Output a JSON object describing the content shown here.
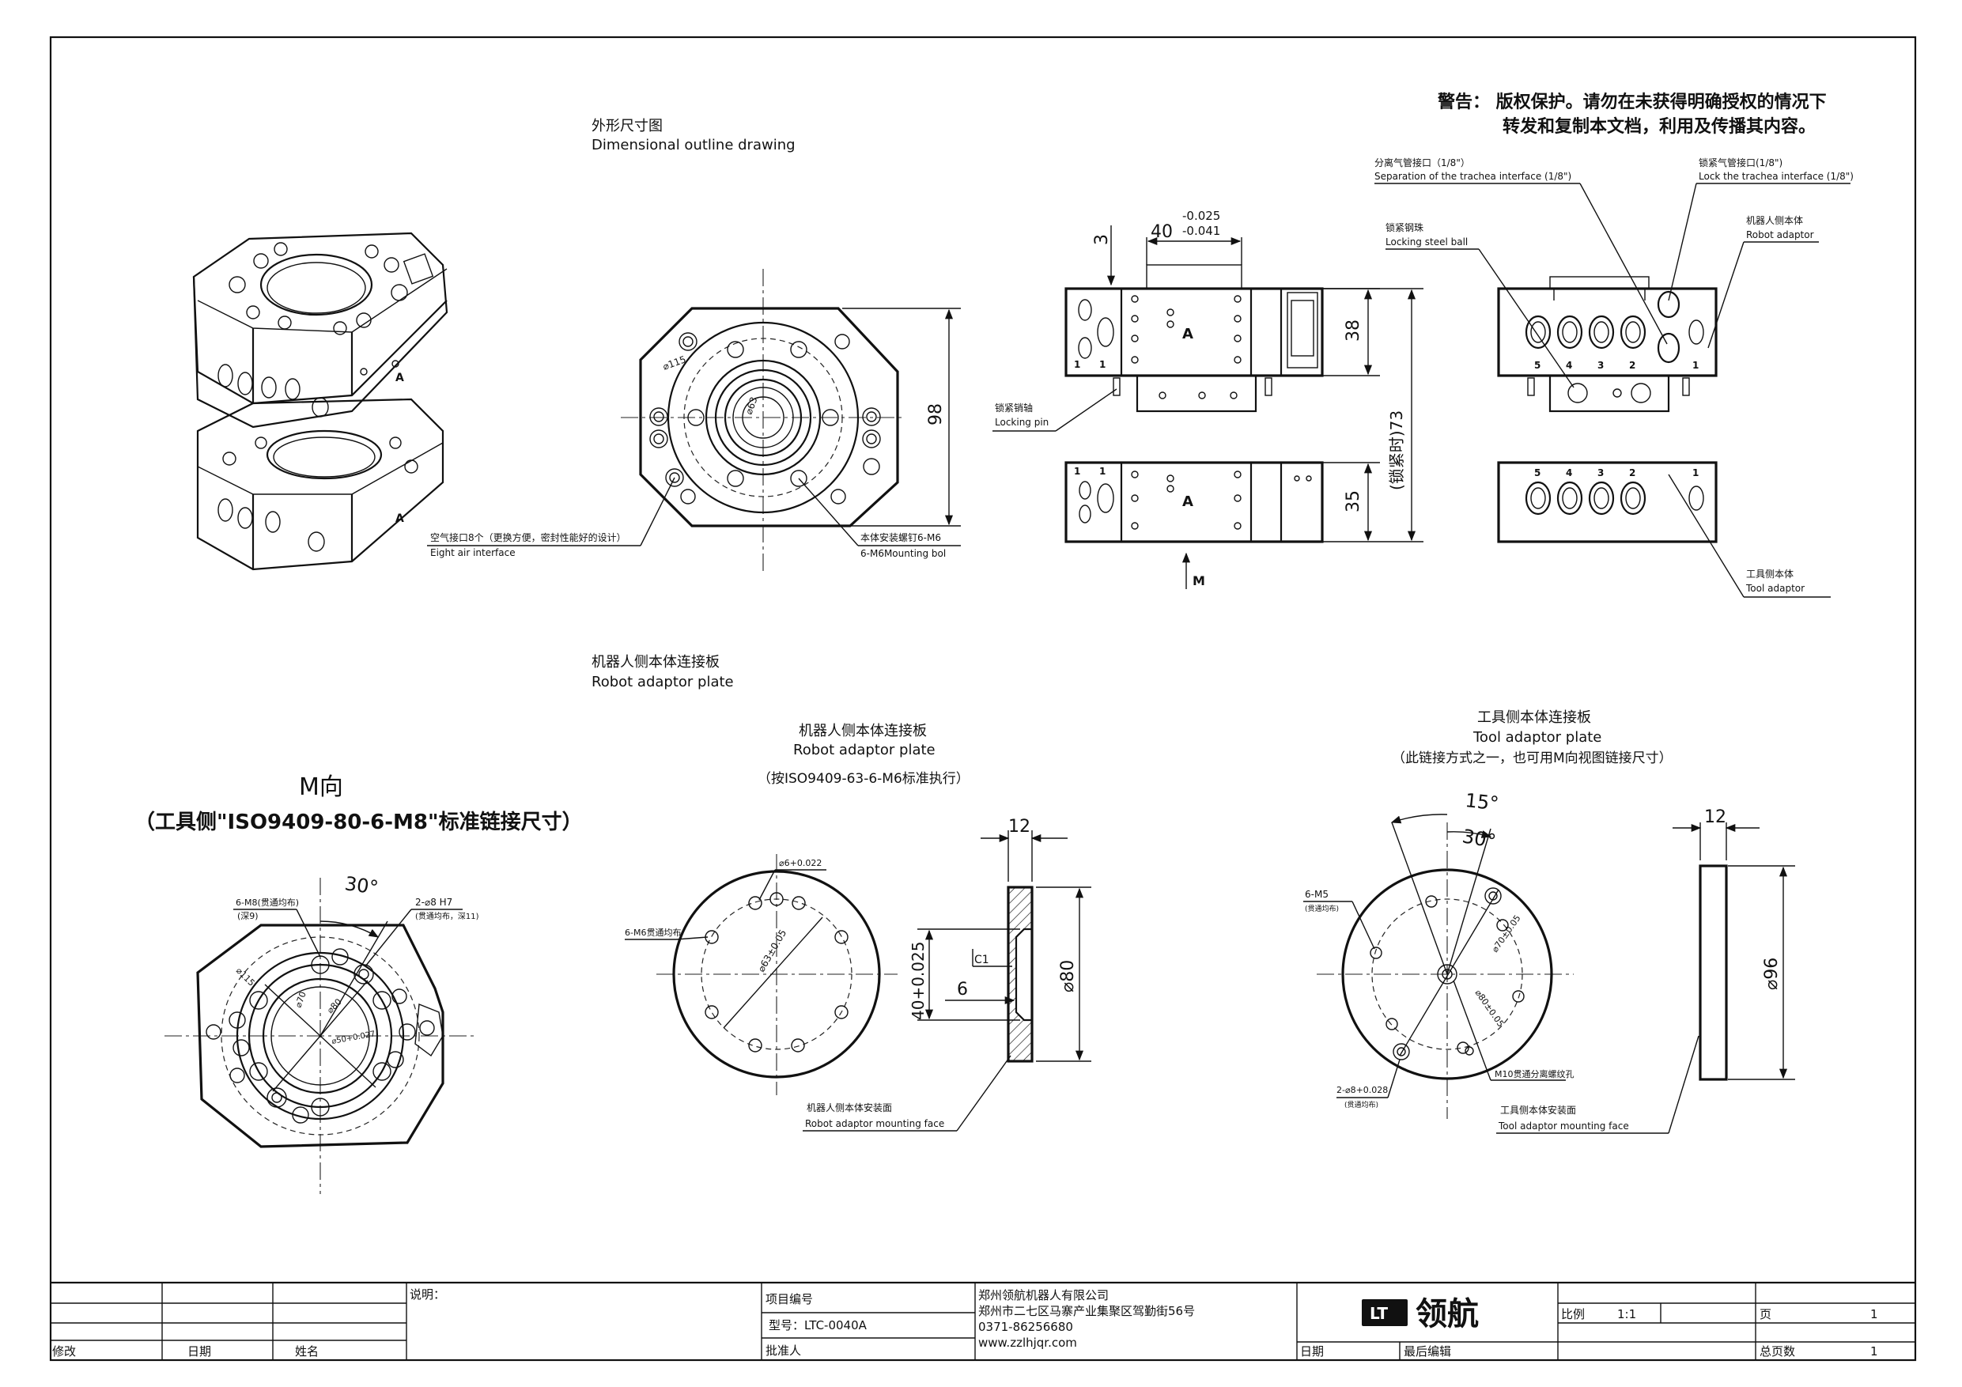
{
  "warning": {
    "line1": "警告：  版权保护。请勿在未获得明确授权的情况下",
    "line2": "转发和复制本文档，利用及传播其内容。"
  },
  "outline": {
    "title_cn": "外形尺寸图",
    "title_en": "Dimensional outline drawing"
  },
  "front_view": {
    "air_cn": "空气接口8个（更换方便，密封性能好的设计）",
    "air_en": "Eight air interface",
    "bolt_cn": "本体安装螺钉6-M6",
    "bolt_en": "6-M6Mounting bol",
    "dim_98": "98",
    "phi115": "⌀115",
    "phi63": "⌀63"
  },
  "side_views": {
    "dim_3": "3",
    "dim_40": "40",
    "tol_upper": "-0.025",
    "tol_lower": "-0.041",
    "dim_38": "38",
    "dim_35": "35",
    "dim_73": "(锁紧时)73",
    "label_A": "A",
    "label_M": "M",
    "locking_pin_cn": "锁紧销轴",
    "locking_pin_en": "Locking pin",
    "sep_cn": "分离气管接口（1/8\"）",
    "sep_en": "Separation of the trachea interface (1/8\")",
    "lock_cn": "锁紧气管接口(1/8\")",
    "lock_en": "Lock the trachea interface (1/8\")",
    "ball_cn": "锁紧钢珠",
    "ball_en": "Locking steel ball",
    "robot_cn": "机器人侧本体",
    "robot_en": "Robot adaptor",
    "tool_cn": "工具侧本体",
    "tool_en": "Tool adaptor",
    "port_nums": [
      "5",
      "4",
      "3",
      "2",
      "1"
    ]
  },
  "robot_plate_section": {
    "title_cn": "机器人侧本体连接板",
    "title_en": "Robot adaptor plate"
  },
  "m_view": {
    "title": "M向",
    "subtitle": "（工具侧\"ISO9409-80-6-M8\"标准链接尺寸）",
    "angle": "30°",
    "m8": "6-M8(贯通均布)",
    "m8_depth": "(深9)",
    "pin": "2-⌀8 H7",
    "pin_note": "(贯通均布，深11)",
    "phi115": "⌀115",
    "phi80": "⌀80",
    "phi70": "⌀70",
    "phi50": "⌀50+0.027"
  },
  "robot_plate": {
    "title_cn": "机器人侧本体连接板",
    "title_en": "Robot adaptor plate",
    "std": "（按ISO9409-63-6-M6标准执行）",
    "m6": "6-M6贯通均布",
    "phi6": "⌀6+0.022",
    "phi63": "⌀63±0.05",
    "dim_12": "12",
    "dim_40": "40+0.025",
    "dim_6": "6",
    "c1": "C1",
    "phi80": "⌀80",
    "face_cn": "机器人侧本体安装面",
    "face_en": "Robot adaptor mounting face"
  },
  "tool_plate": {
    "title_cn": "工具侧本体连接板",
    "title_en": "Tool adaptor plate",
    "note": "（此链接方式之一，也可用M向视图链接尺寸）",
    "angle15": "15°",
    "angle30": "30°",
    "m5": "6-M5",
    "m5_note": "(贯通均布)",
    "phi70": "⌀70±0.05",
    "phi80": "⌀80±0.05",
    "m10": "M10贯通分离螺纹孔",
    "pin": "2-⌀8+0.028",
    "pin_note": "(贯通均布)",
    "dim_12": "12",
    "phi96": "⌀96",
    "face_cn": "工具侧本体安装面",
    "face_en": "Tool adaptor mounting face"
  },
  "title_block": {
    "revise": "修改",
    "date": "日期",
    "name": "姓名",
    "note": "说明：",
    "project_no": "项目编号",
    "model": "型号：LTC-0040A",
    "approver": "批准人",
    "company": "郑州领航机器人有限公司",
    "address": "郑州市二七区马寨产业集聚区驾勤街56号",
    "phone": "0371-86256680",
    "website": "www.zzlhjqr.com",
    "logo_mark": "LT",
    "logo_text": "领航",
    "scale_label": "比例",
    "scale_value": "1:1",
    "page_label": "页",
    "page_value": "1",
    "total_label": "总页数",
    "total_value": "1",
    "date2": "日期",
    "last_edit": "最后编辑"
  }
}
